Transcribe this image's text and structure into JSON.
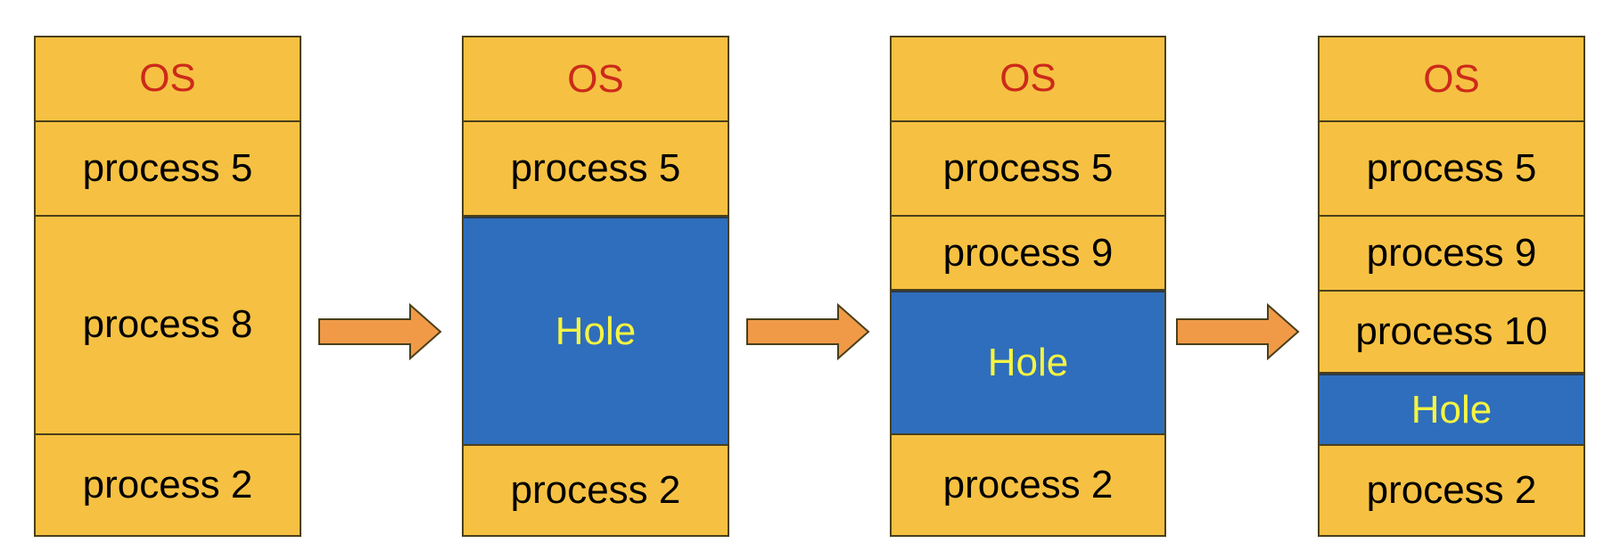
{
  "colors": {
    "block_fill": "#f6c142",
    "hole_fill": "#2f6ebd",
    "os_text": "#cc2a1a",
    "hole_text": "#f5f542",
    "arrow_fill": "#f09a48",
    "border": "#4a3f1a"
  },
  "columns": [
    {
      "blocks": [
        {
          "label": "OS",
          "kind": "os",
          "size": 0.17
        },
        {
          "label": "process 5",
          "kind": "process",
          "size": 0.19
        },
        {
          "label": "process 8",
          "kind": "process",
          "size": 0.44
        },
        {
          "label": "process 2",
          "kind": "process",
          "size": 0.2
        }
      ]
    },
    {
      "blocks": [
        {
          "label": "OS",
          "kind": "os",
          "size": 0.17
        },
        {
          "label": "process 5",
          "kind": "process",
          "size": 0.19
        },
        {
          "label": "Hole",
          "kind": "hole",
          "size": 0.46
        },
        {
          "label": "process 2",
          "kind": "process",
          "size": 0.18
        }
      ]
    },
    {
      "blocks": [
        {
          "label": "OS",
          "kind": "os",
          "size": 0.17
        },
        {
          "label": "process 5",
          "kind": "process",
          "size": 0.19
        },
        {
          "label": "process 9",
          "kind": "process",
          "size": 0.15
        },
        {
          "label": "Hole",
          "kind": "hole",
          "size": 0.29
        },
        {
          "label": "process 2",
          "kind": "process",
          "size": 0.2
        }
      ]
    },
    {
      "blocks": [
        {
          "label": "OS",
          "kind": "os",
          "size": 0.17
        },
        {
          "label": "process 5",
          "kind": "process",
          "size": 0.19
        },
        {
          "label": "process 9",
          "kind": "process",
          "size": 0.15
        },
        {
          "label": "process 10",
          "kind": "process",
          "size": 0.165
        },
        {
          "label": "Hole",
          "kind": "hole",
          "size": 0.145
        },
        {
          "label": "process 2",
          "kind": "process",
          "size": 0.18
        }
      ]
    }
  ],
  "arrows": [
    {
      "icon": "right-arrow-icon"
    },
    {
      "icon": "right-arrow-icon"
    },
    {
      "icon": "right-arrow-icon"
    }
  ]
}
